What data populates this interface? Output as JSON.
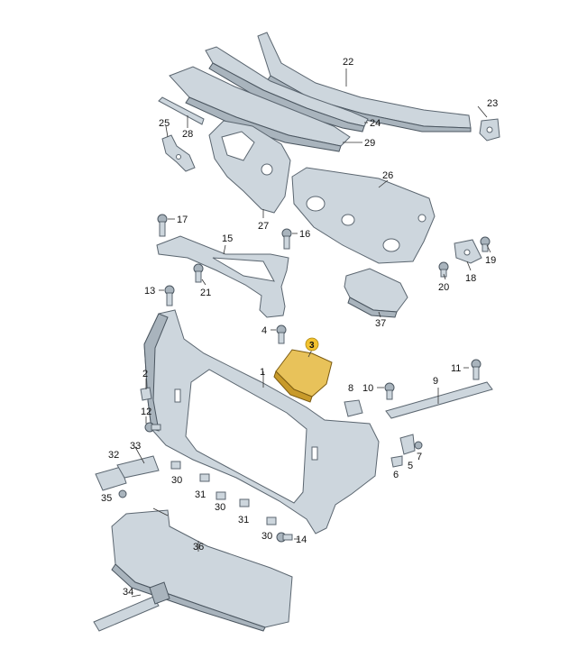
{
  "colors": {
    "part_fill": "#cdd6dd",
    "part_shade": "#a9b4bd",
    "outline": "#5b6670",
    "highlight": "#e8c25a",
    "badge": "#f2c230"
  },
  "callouts": [
    {
      "id": "c1",
      "label": "1"
    },
    {
      "id": "c2",
      "label": "2"
    },
    {
      "id": "c3",
      "label": "3",
      "highlighted": true
    },
    {
      "id": "c4",
      "label": "4"
    },
    {
      "id": "c5",
      "label": "5"
    },
    {
      "id": "c6",
      "label": "6"
    },
    {
      "id": "c7",
      "label": "7"
    },
    {
      "id": "c8",
      "label": "8"
    },
    {
      "id": "c9",
      "label": "9"
    },
    {
      "id": "c10",
      "label": "10"
    },
    {
      "id": "c11",
      "label": "11"
    },
    {
      "id": "c12",
      "label": "12"
    },
    {
      "id": "c13",
      "label": "13"
    },
    {
      "id": "c14",
      "label": "14"
    },
    {
      "id": "c15",
      "label": "15"
    },
    {
      "id": "c16",
      "label": "16"
    },
    {
      "id": "c17",
      "label": "17"
    },
    {
      "id": "c18",
      "label": "18"
    },
    {
      "id": "c19",
      "label": "19"
    },
    {
      "id": "c20",
      "label": "20"
    },
    {
      "id": "c21",
      "label": "21"
    },
    {
      "id": "c22",
      "label": "22"
    },
    {
      "id": "c23",
      "label": "23"
    },
    {
      "id": "c24",
      "label": "24"
    },
    {
      "id": "c25",
      "label": "25"
    },
    {
      "id": "c26",
      "label": "26"
    },
    {
      "id": "c27",
      "label": "27"
    },
    {
      "id": "c28",
      "label": "28"
    },
    {
      "id": "c29",
      "label": "29"
    },
    {
      "id": "c30a",
      "label": "30"
    },
    {
      "id": "c30b",
      "label": "30"
    },
    {
      "id": "c30c",
      "label": "30"
    },
    {
      "id": "c31a",
      "label": "31"
    },
    {
      "id": "c31b",
      "label": "31"
    },
    {
      "id": "c32",
      "label": "32"
    },
    {
      "id": "c33",
      "label": "33"
    },
    {
      "id": "c34",
      "label": "34"
    },
    {
      "id": "c35",
      "label": "35"
    },
    {
      "id": "c36",
      "label": "36"
    },
    {
      "id": "c37",
      "label": "37"
    }
  ]
}
